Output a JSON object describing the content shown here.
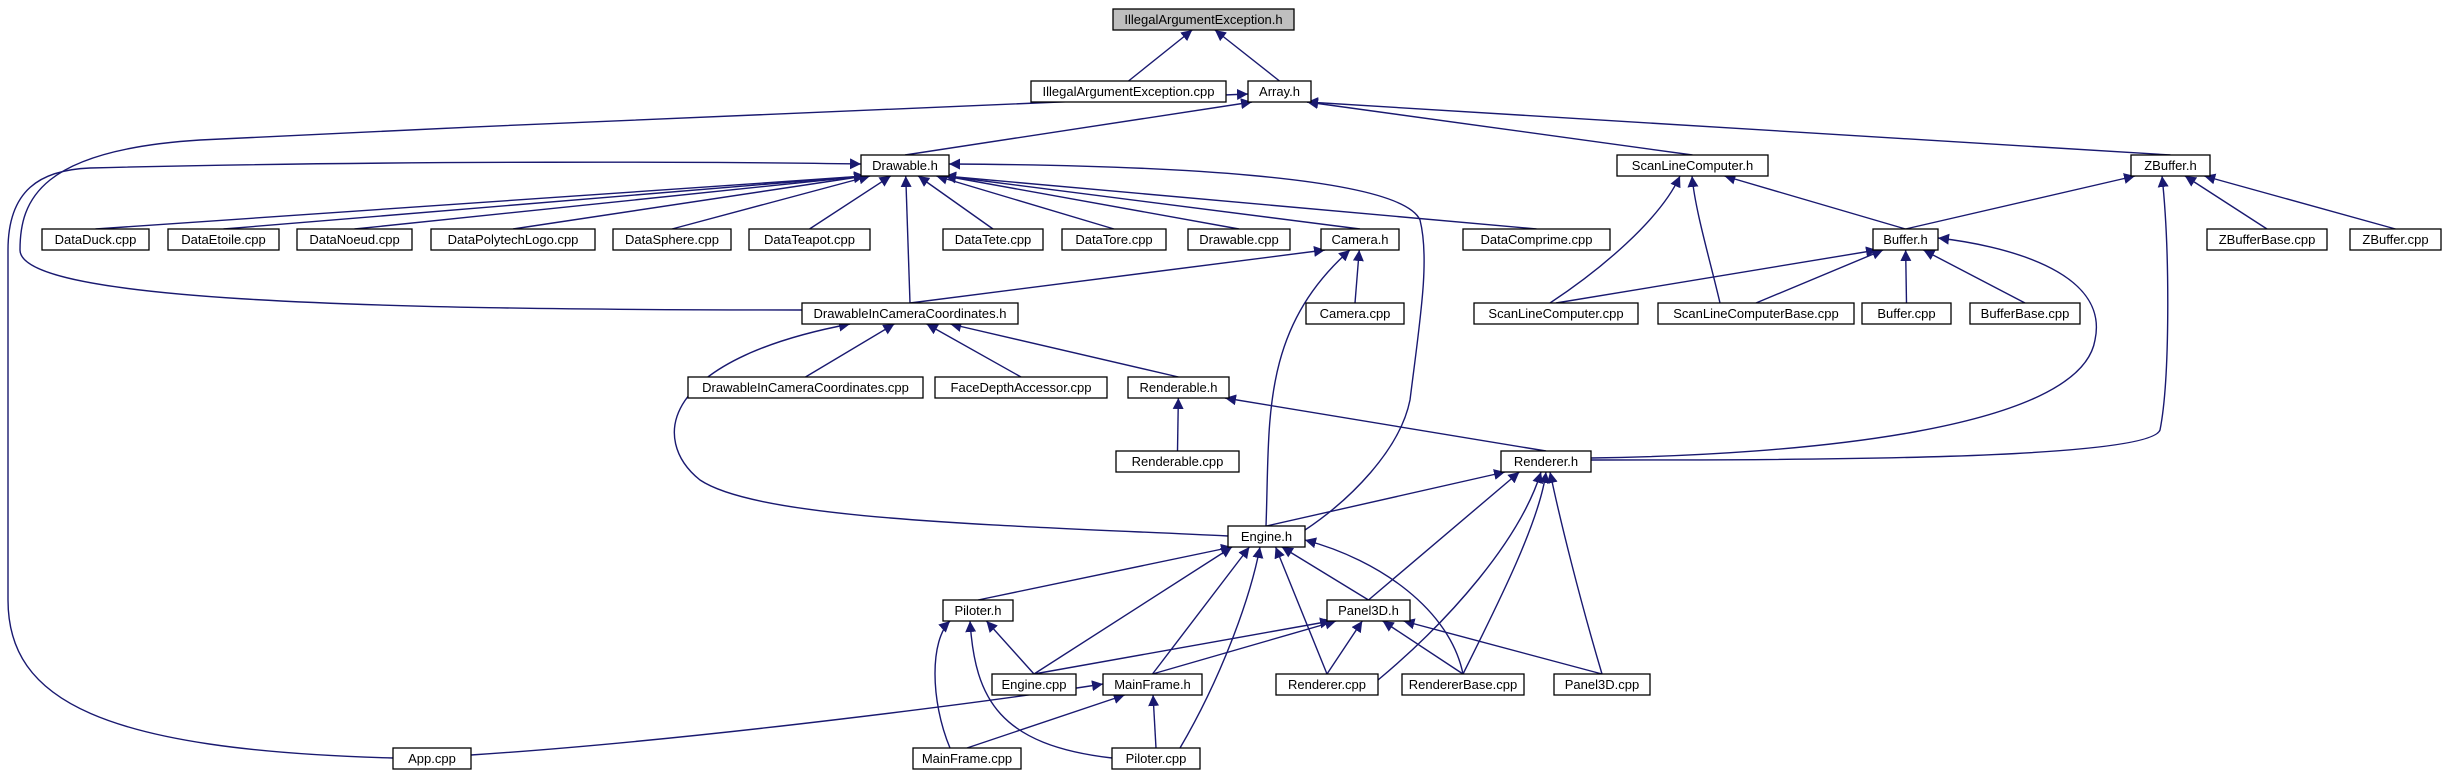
{
  "graph": {
    "root": "IllegalArgumentException.h",
    "nodes": [
      {
        "id": "iae_h",
        "label": "IllegalArgumentException.h"
      },
      {
        "id": "iae_cpp",
        "label": "IllegalArgumentException.cpp"
      },
      {
        "id": "array_h",
        "label": "Array.h"
      },
      {
        "id": "drawable_h",
        "label": "Drawable.h"
      },
      {
        "id": "scanline_h",
        "label": "ScanLineComputer.h"
      },
      {
        "id": "zbuffer_h",
        "label": "ZBuffer.h"
      },
      {
        "id": "dataduck",
        "label": "DataDuck.cpp"
      },
      {
        "id": "dataetoile",
        "label": "DataEtoile.cpp"
      },
      {
        "id": "datanoeud",
        "label": "DataNoeud.cpp"
      },
      {
        "id": "datapolytech",
        "label": "DataPolytechLogo.cpp"
      },
      {
        "id": "datasphere",
        "label": "DataSphere.cpp"
      },
      {
        "id": "datateapot",
        "label": "DataTeapot.cpp"
      },
      {
        "id": "datatete",
        "label": "DataTete.cpp"
      },
      {
        "id": "datatore",
        "label": "DataTore.cpp"
      },
      {
        "id": "drawable_cpp",
        "label": "Drawable.cpp"
      },
      {
        "id": "camera_h",
        "label": "Camera.h"
      },
      {
        "id": "datacomprime",
        "label": "DataComprime.cpp"
      },
      {
        "id": "buffer_h",
        "label": "Buffer.h"
      },
      {
        "id": "zbufferbase_cpp",
        "label": "ZBufferBase.cpp"
      },
      {
        "id": "zbuffer_cpp",
        "label": "ZBuffer.cpp"
      },
      {
        "id": "dicc_h",
        "label": "DrawableInCameraCoordinates.h"
      },
      {
        "id": "camera_cpp",
        "label": "Camera.cpp"
      },
      {
        "id": "scanline_cpp",
        "label": "ScanLineComputer.cpp"
      },
      {
        "id": "scanlinebase_cpp",
        "label": "ScanLineComputerBase.cpp"
      },
      {
        "id": "buffer_cpp",
        "label": "Buffer.cpp"
      },
      {
        "id": "bufferbase_cpp",
        "label": "BufferBase.cpp"
      },
      {
        "id": "dicc_cpp",
        "label": "DrawableInCameraCoordinates.cpp"
      },
      {
        "id": "facedepth_cpp",
        "label": "FaceDepthAccessor.cpp"
      },
      {
        "id": "renderable_h",
        "label": "Renderable.h"
      },
      {
        "id": "renderable_cpp",
        "label": "Renderable.cpp"
      },
      {
        "id": "renderer_h",
        "label": "Renderer.h"
      },
      {
        "id": "engine_h",
        "label": "Engine.h"
      },
      {
        "id": "piloter_h",
        "label": "Piloter.h"
      },
      {
        "id": "panel3d_h",
        "label": "Panel3D.h"
      },
      {
        "id": "engine_cpp",
        "label": "Engine.cpp"
      },
      {
        "id": "mainframe_h",
        "label": "MainFrame.h"
      },
      {
        "id": "renderer_cpp",
        "label": "Renderer.cpp"
      },
      {
        "id": "rendererbase_cpp",
        "label": "RendererBase.cpp"
      },
      {
        "id": "panel3d_cpp",
        "label": "Panel3D.cpp"
      },
      {
        "id": "app_cpp",
        "label": "App.cpp"
      },
      {
        "id": "mainframe_cpp",
        "label": "MainFrame.cpp"
      },
      {
        "id": "piloter_cpp",
        "label": "Piloter.cpp"
      }
    ],
    "edges": [
      [
        "iae_cpp",
        "iae_h"
      ],
      [
        "array_h",
        "iae_h"
      ],
      [
        "drawable_h",
        "array_h"
      ],
      [
        "scanline_h",
        "array_h"
      ],
      [
        "zbuffer_h",
        "array_h"
      ],
      [
        "dicc_h",
        "array_h"
      ],
      [
        "dataduck",
        "drawable_h"
      ],
      [
        "dataetoile",
        "drawable_h"
      ],
      [
        "datanoeud",
        "drawable_h"
      ],
      [
        "datapolytech",
        "drawable_h"
      ],
      [
        "datasphere",
        "drawable_h"
      ],
      [
        "datateapot",
        "drawable_h"
      ],
      [
        "datatete",
        "drawable_h"
      ],
      [
        "datatore",
        "drawable_h"
      ],
      [
        "drawable_cpp",
        "drawable_h"
      ],
      [
        "camera_h",
        "drawable_h"
      ],
      [
        "datacomprime",
        "drawable_h"
      ],
      [
        "dicc_h",
        "drawable_h"
      ],
      [
        "engine_h",
        "drawable_h"
      ],
      [
        "app_cpp",
        "drawable_h"
      ],
      [
        "buffer_h",
        "scanline_h"
      ],
      [
        "scanline_cpp",
        "scanline_h"
      ],
      [
        "scanlinebase_cpp",
        "scanline_h"
      ],
      [
        "buffer_h",
        "zbuffer_h"
      ],
      [
        "zbufferbase_cpp",
        "zbuffer_h"
      ],
      [
        "zbuffer_cpp",
        "zbuffer_h"
      ],
      [
        "renderer_h",
        "zbuffer_h"
      ],
      [
        "camera_cpp",
        "camera_h"
      ],
      [
        "dicc_h",
        "camera_h"
      ],
      [
        "engine_h",
        "camera_h"
      ],
      [
        "scanline_cpp",
        "buffer_h"
      ],
      [
        "scanlinebase_cpp",
        "buffer_h"
      ],
      [
        "buffer_cpp",
        "buffer_h"
      ],
      [
        "bufferbase_cpp",
        "buffer_h"
      ],
      [
        "renderer_h",
        "buffer_h"
      ],
      [
        "dicc_cpp",
        "dicc_h"
      ],
      [
        "facedepth_cpp",
        "dicc_h"
      ],
      [
        "renderable_h",
        "dicc_h"
      ],
      [
        "engine_h",
        "dicc_h"
      ],
      [
        "renderable_cpp",
        "renderable_h"
      ],
      [
        "renderer_h",
        "renderable_h"
      ],
      [
        "engine_h",
        "renderer_h"
      ],
      [
        "panel3d_h",
        "renderer_h"
      ],
      [
        "renderer_cpp",
        "renderer_h"
      ],
      [
        "rendererbase_cpp",
        "renderer_h"
      ],
      [
        "panel3d_cpp",
        "renderer_h"
      ],
      [
        "piloter_h",
        "engine_h"
      ],
      [
        "panel3d_h",
        "engine_h"
      ],
      [
        "engine_cpp",
        "engine_h"
      ],
      [
        "mainframe_h",
        "engine_h"
      ],
      [
        "renderer_cpp",
        "engine_h"
      ],
      [
        "rendererbase_cpp",
        "engine_h"
      ],
      [
        "piloter_cpp",
        "engine_h"
      ],
      [
        "engine_cpp",
        "piloter_h"
      ],
      [
        "mainframe_cpp",
        "piloter_h"
      ],
      [
        "piloter_cpp",
        "piloter_h"
      ],
      [
        "engine_cpp",
        "panel3d_h"
      ],
      [
        "mainframe_h",
        "panel3d_h"
      ],
      [
        "renderer_cpp",
        "panel3d_h"
      ],
      [
        "rendererbase_cpp",
        "panel3d_h"
      ],
      [
        "panel3d_cpp",
        "panel3d_h"
      ],
      [
        "app_cpp",
        "mainframe_h"
      ],
      [
        "mainframe_cpp",
        "mainframe_h"
      ],
      [
        "piloter_cpp",
        "mainframe_h"
      ]
    ]
  },
  "colors": {
    "edge": "#191970",
    "root_fill": "#bfbfbf",
    "node_fill": "#ffffff",
    "node_border": "#000000"
  }
}
